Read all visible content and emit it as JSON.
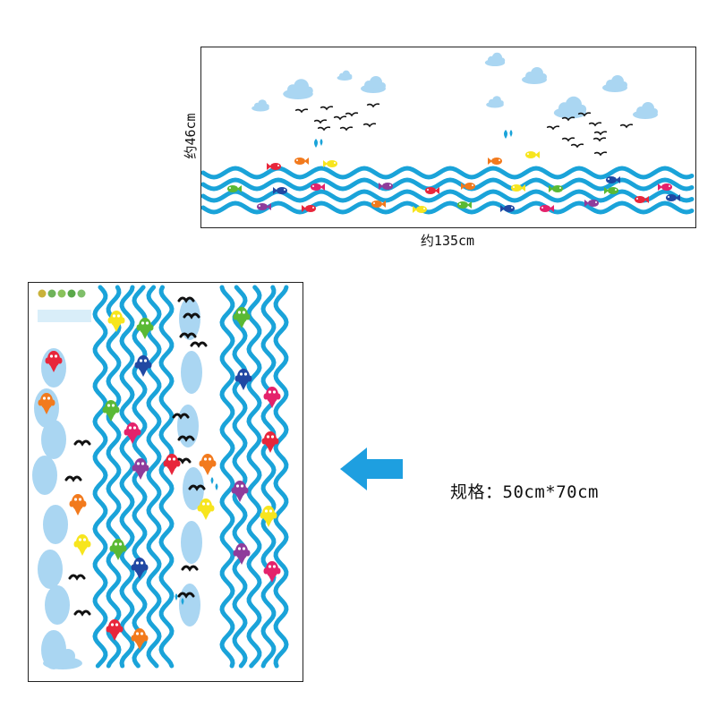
{
  "scene": {
    "width_label": "约135cm",
    "height_label": "约46cm"
  },
  "spec": {
    "label": "规格：50cm*70cm"
  },
  "colors": {
    "wave": "#1aa3d9",
    "cloud": "#aad6f2",
    "bird": "#111111",
    "arrow": "#1e9fe0",
    "fish_red": "#e8263b",
    "fish_orange": "#f27a1d",
    "fish_yellow": "#f7e51e",
    "fish_green": "#5ab934",
    "fish_blue": "#2148a3",
    "fish_pink": "#e4226b",
    "fish_purple": "#8f3c9b"
  },
  "icons": {
    "direction": "arrow-left-icon"
  }
}
